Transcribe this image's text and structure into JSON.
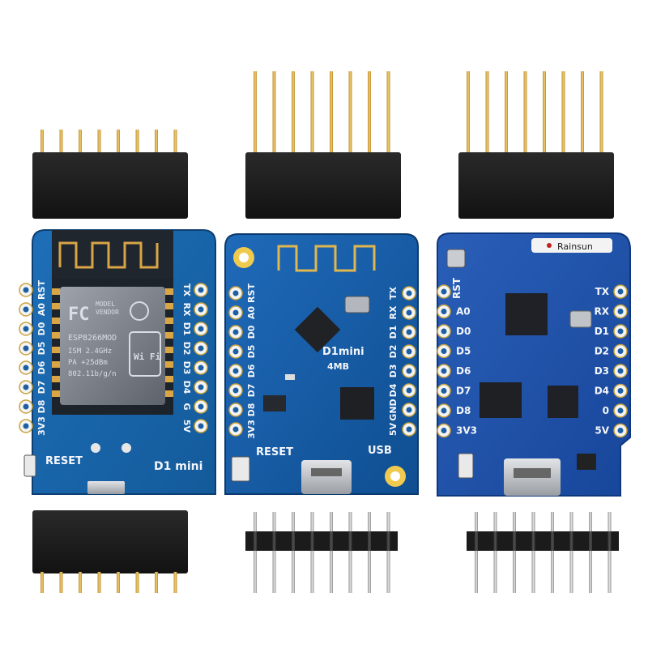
{
  "board_left": {
    "pin_labels_left": [
      "RST",
      "A0",
      "D0",
      "D5",
      "D6",
      "D7",
      "D8",
      "3V3"
    ],
    "pin_labels_right": [
      "TX",
      "RX",
      "D1",
      "D2",
      "D3",
      "D4",
      "G",
      "5V"
    ],
    "reset_label": "RESET",
    "board_name": "D1 mini",
    "module_fc": "FC",
    "module_model": "MODEL",
    "module_vendor": "VENDOR",
    "module_chip": "ESP8266MOD",
    "module_line1": "ISM 2.4GHz",
    "module_line2": "PA +25dBm",
    "module_line3": "802.11b/g/n",
    "module_wifi": "Wi Fi"
  },
  "board_middle": {
    "pin_labels_left": [
      "RST",
      "A0",
      "D0",
      "D5",
      "D6",
      "D7",
      "D8",
      "3V3"
    ],
    "pin_labels_right": [
      "TX",
      "RX",
      "D1",
      "D2",
      "D3",
      "D4",
      "GND",
      "5V"
    ],
    "reset_label": "RESET",
    "usb_label": "USB",
    "board_name": "D1mini",
    "flash_label": "4MB"
  },
  "board_right": {
    "pin_labels_left": [
      "RST",
      "A0",
      "D0",
      "D5",
      "D6",
      "D7",
      "D8",
      "3V3"
    ],
    "pin_labels_right": [
      "TX",
      "RX",
      "D1",
      "D2",
      "D3",
      "D4",
      "0",
      "5V"
    ],
    "brand_label": "Rainsun"
  }
}
